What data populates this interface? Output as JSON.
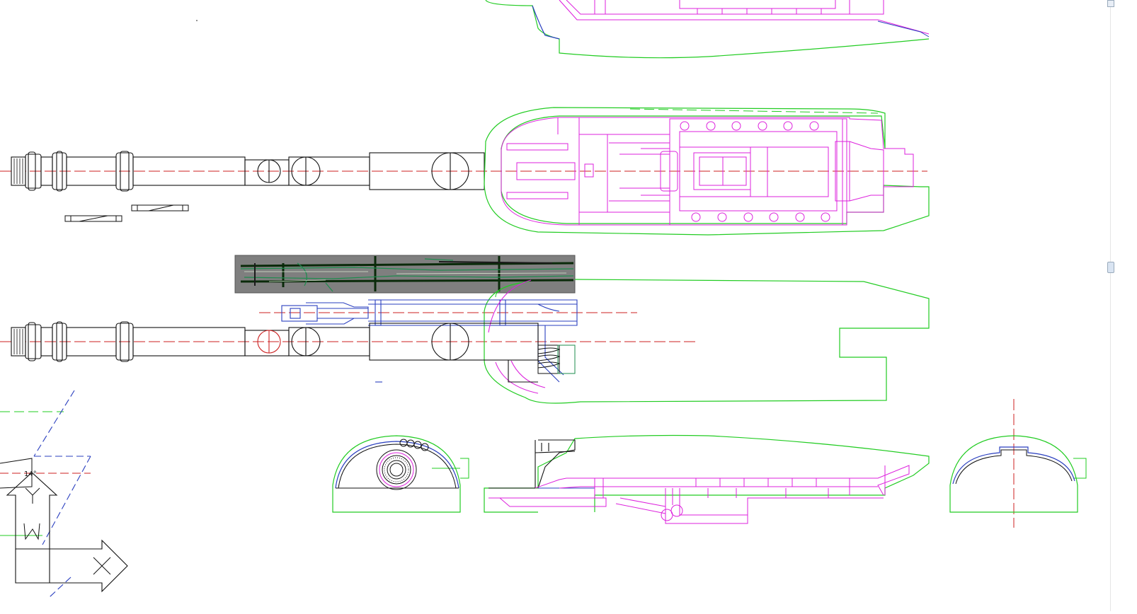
{
  "canvas": {
    "background": "#ffffff"
  },
  "colors": {
    "outline_green": "#22cc22",
    "detail_magenta": "#dd22dd",
    "body_black": "#111111",
    "centerline_red": "#cc2222",
    "axis_blue": "#2a3fbf",
    "reference_image_gray": "#808080"
  },
  "annotations": {
    "angle_label": "14°"
  },
  "ucs_icon": {
    "x_axis_label": "X",
    "y_axis_label": "Y",
    "w_label": "W"
  }
}
